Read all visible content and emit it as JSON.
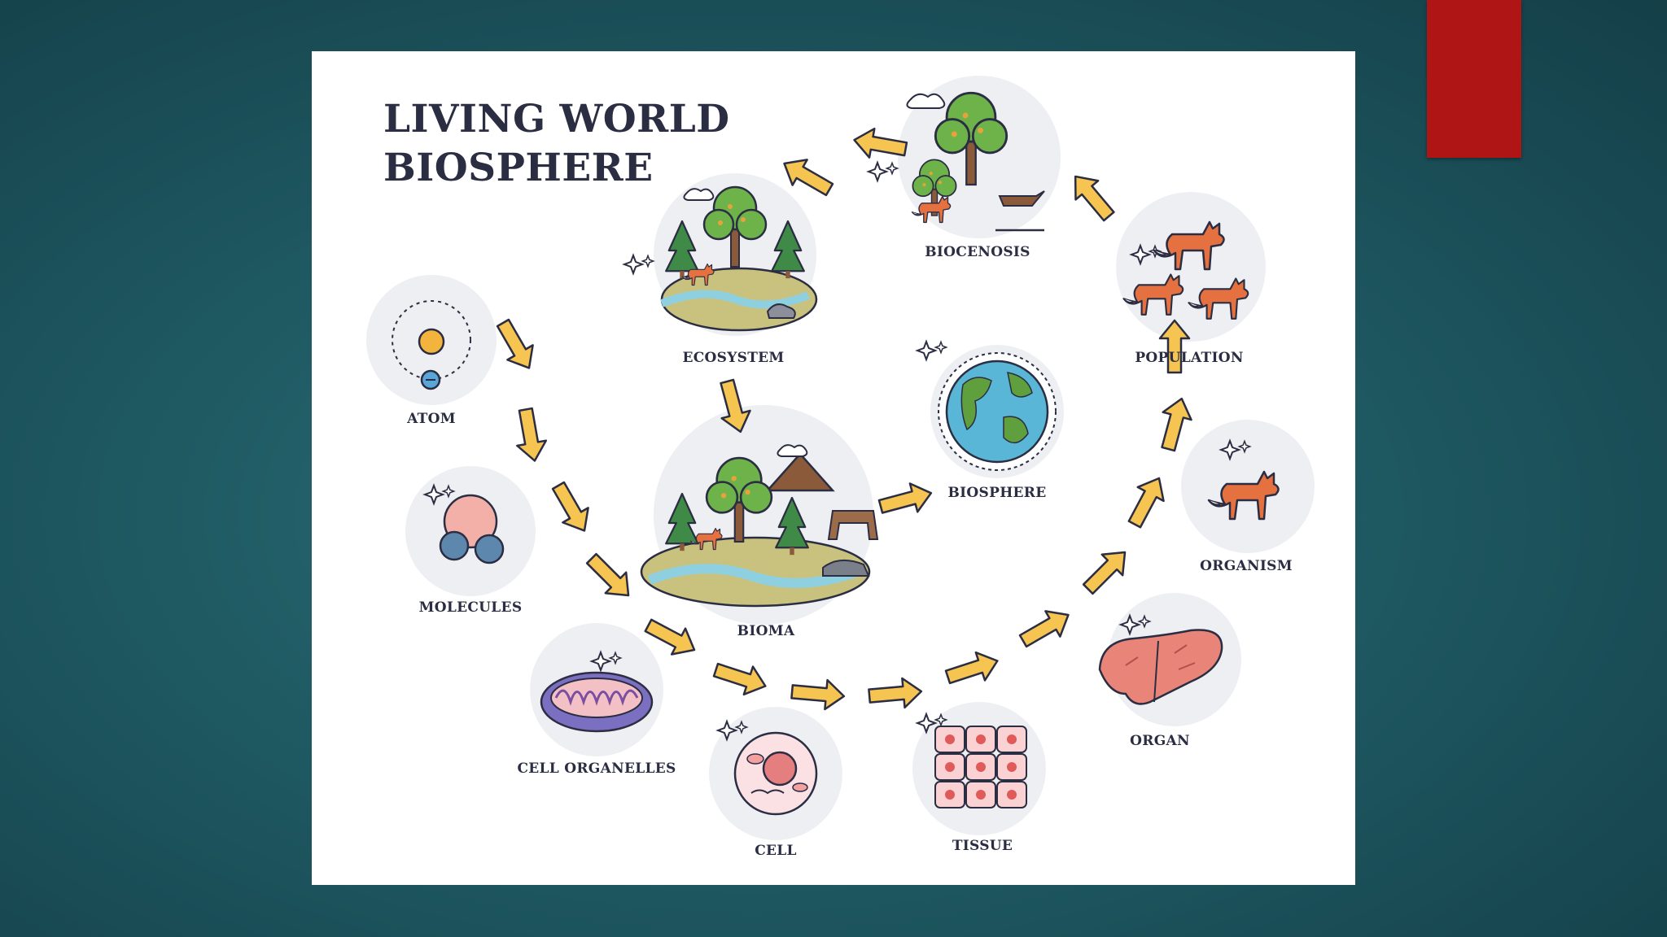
{
  "diagram": {
    "title_line1": "LIVING WORLD",
    "title_line2": "BIOSPHERE",
    "levels": {
      "atom": "ATOM",
      "molecules": "MOLECULES",
      "cell_organelles": "CELL ORGANELLES",
      "cell": "CELL",
      "tissue": "TISSUE",
      "organ": "ORGAN",
      "organism": "ORGANISM",
      "population": "POPULATION",
      "biocenosis": "BIOCENOSIS",
      "ecosystem": "ECOSYSTEM",
      "bioma": "BIOMA",
      "biosphere": "BIOSPHERE"
    },
    "order": [
      "ATOM",
      "MOLECULES",
      "CELL ORGANELLES",
      "CELL",
      "TISSUE",
      "ORGAN",
      "ORGANISM",
      "POPULATION",
      "BIOCENOSIS",
      "ECOSYSTEM",
      "BIOMA",
      "BIOSPHERE"
    ]
  },
  "colors": {
    "arrow_fill": "#f5c451",
    "arrow_stroke": "#2b2d42",
    "accent_bar": "#b01515",
    "fox": "#e4713f",
    "earth_ocean": "#5ab6d6",
    "earth_land": "#5f9f3e"
  }
}
